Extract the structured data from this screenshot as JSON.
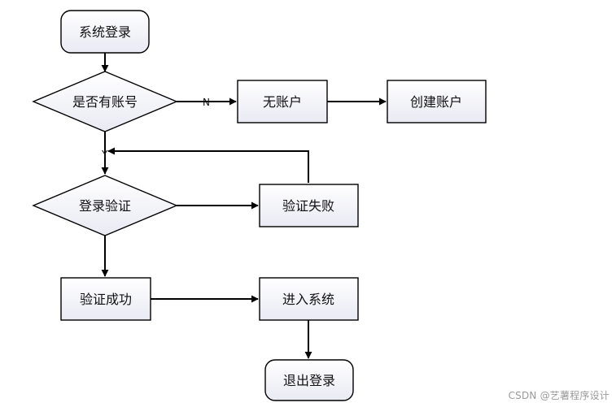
{
  "nodes": {
    "start": "系统登录",
    "has_account": "是否有账号",
    "no_account": "无账户",
    "create_account": "创建账户",
    "login_verify": "登录验证",
    "verify_fail": "验证失败",
    "verify_success": "验证成功",
    "enter_system": "进入系统",
    "logout": "退出登录"
  },
  "edge_labels": {
    "no": "N",
    "yes": "Y"
  },
  "watermark": "CSDN @艺薯程序设计"
}
